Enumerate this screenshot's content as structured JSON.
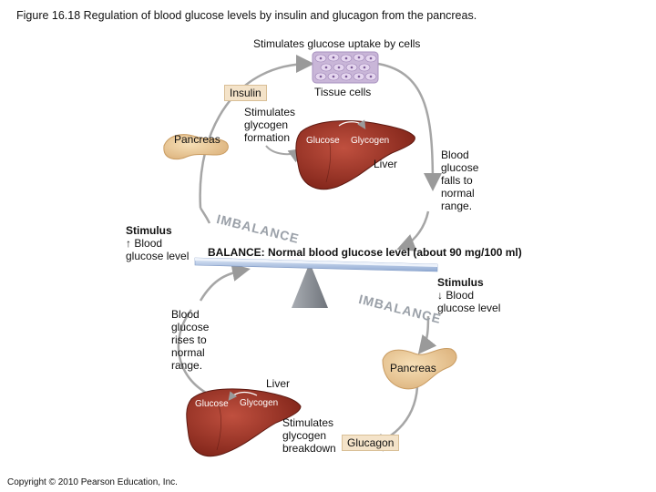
{
  "title": "Figure 16.18  Regulation of blood glucose levels by insulin and glucagon from the pancreas.",
  "upper_loop": {
    "stimulates_uptake": "Stimulates glucose uptake by cells",
    "tissue_cells": "Tissue cells",
    "insulin": "Insulin",
    "pancreas": "Pancreas",
    "stimulates_formation": [
      "Stimulates",
      "glycogen",
      "formation"
    ],
    "glucose": "Glucose",
    "glycogen": "Glycogen",
    "liver": "Liver",
    "falls": [
      "Blood",
      "glucose",
      "falls to",
      "normal",
      "range."
    ],
    "stimulus_title": "Stimulus",
    "stimulus_arrow": "↑",
    "stimulus_text": [
      "Blood",
      "glucose level"
    ],
    "imbalance": "IMBALANCE"
  },
  "balance": {
    "label": "BALANCE:",
    "text": "Normal blood glucose level (about 90 mg/100 ml)"
  },
  "lower_loop": {
    "stimulus_title": "Stimulus",
    "stimulus_arrow": "↓",
    "stimulus_text": [
      "Blood",
      "glucose level"
    ],
    "imbalance": "IMBALANCE",
    "rises": [
      "Blood",
      "glucose",
      "rises to",
      "normal",
      "range."
    ],
    "pancreas": "Pancreas",
    "liver": "Liver",
    "glucose": "Glucose",
    "glycogen": "Glycogen",
    "stimulates_breakdown": [
      "Stimulates",
      "glycogen",
      "breakdown"
    ],
    "glucagon": "Glucagon"
  },
  "copyright": "Copyright © 2010 Pearson Education, Inc."
}
